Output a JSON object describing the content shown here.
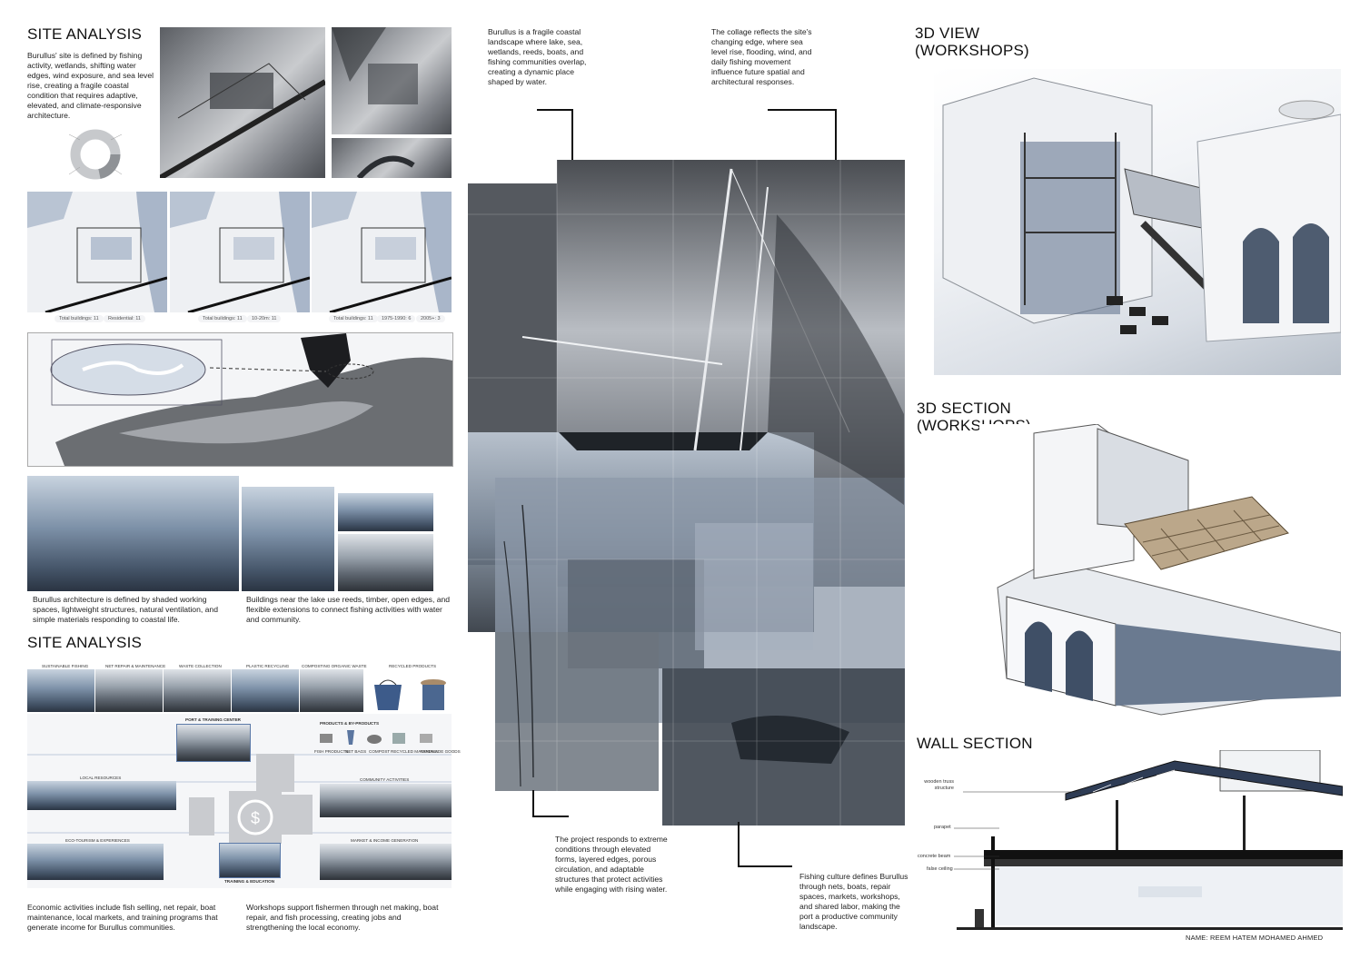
{
  "left": {
    "site_analysis_title_1": "SITE ANALYSIS",
    "intro_paragraph": "Burullus' site is defined by fishing activity, wetlands, shifting water edges, wind exposure, and sea level rise, creating a fragile coastal condition that requires adaptive, elevated, and climate-responsive architecture.",
    "map_chips": [
      [
        "Total buildings: 11",
        "Residential: 11"
      ],
      [
        "Total buildings: 11",
        "10-20m: 11"
      ],
      [
        "Total buildings: 11",
        "1975-1990: 6",
        "2005+: 3"
      ]
    ],
    "photo_caption_1": "Burullus architecture is defined by shaded working spaces, lightweight structures, natural ventilation, and simple materials responding to coastal life.",
    "photo_caption_2": "Buildings near the lake use reeds, timber, open edges, and flexible extensions to connect fishing activities with water and community.",
    "site_analysis_title_2": "SITE ANALYSIS",
    "activity_labels": [
      "SUSTAINABLE FISHING",
      "NET REPAIR & MAINTENANCE",
      "WASTE COLLECTION",
      "PLASTIC RECYCLING",
      "COMPOSTING ORGANIC WASTE",
      "RECYCLED PRODUCTS"
    ],
    "diagram": {
      "port_training": "PORT & TRAINING CENTER",
      "products": "PRODUCTS & BY-PRODUCTS",
      "product_items": [
        "FISH PRODUCTS",
        "NET BAGS",
        "COMPOST",
        "RECYCLED MATERIALS",
        "HANDMADE GOODS"
      ],
      "local_resources": "LOCAL RESOURCES",
      "community_activities": "COMMUNITY ACTIVITIES",
      "eco_tourism": "ECO-TOURISM & EXPERIENCES",
      "market_income": "MARKET & INCOME GENERATION",
      "training_education": "TRAINING & EDUCATION"
    },
    "bottom_caption_1": "Economic activities include fish selling, net repair, boat maintenance, local markets, and training programs that generate income for Burullus communities.",
    "bottom_caption_2": "Workshops support fishermen through net making, boat repair, and fish processing, creating jobs and strengthening the local economy."
  },
  "center": {
    "text_top_left": "Burullus is a fragile coastal landscape where lake, sea, wetlands, reeds, boats, and fishing communities overlap, creating a dynamic place shaped by water.",
    "text_top_right": "The collage reflects the site's changing edge, where sea level rise, flooding, wind, and daily fishing movement influence future spatial and architectural responses.",
    "text_bottom_left": "The project responds to extreme conditions through elevated forms, layered edges, porous circulation, and adaptable structures that protect activities while engaging with rising water.",
    "text_bottom_right": "Fishing culture defines Burullus through nets, boats, repair spaces, markets, workshops, and shared labor, making the port a productive community landscape."
  },
  "right": {
    "view_title_line1": "3D VIEW",
    "view_title_line2": "(WORKSHOPS)",
    "section_title_line1": "3D SECTION",
    "section_title_line2": "(WORKSHOPS)",
    "wall_section_title": "WALL SECTION",
    "wall_labels": [
      "wooden truss structure",
      "parapet",
      "concrete beam",
      "false ceiling"
    ],
    "author": "NAME: REEM HATEM MOHAMED AHMED"
  }
}
